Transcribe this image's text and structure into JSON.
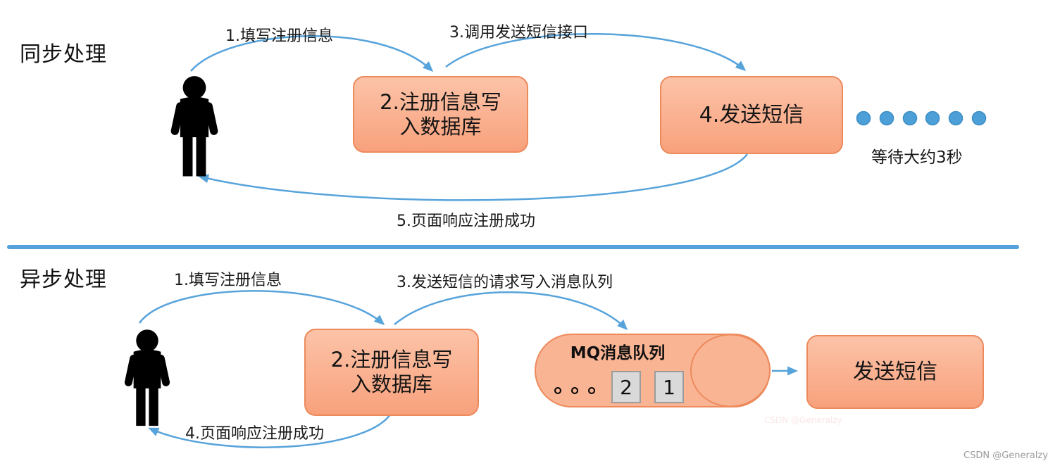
{
  "sync": {
    "title": "同步处理",
    "step1_label": "1.填写注册信息",
    "step2_line1": "2.注册信息写",
    "step2_line2": "入数据库",
    "step3_label": "3.调用发送短信接口",
    "step4_box": "4.发送短信",
    "step5_label": "5.页面响应注册成功",
    "wait_label": "等待大约3秒",
    "wait_dots_count": 6
  },
  "async": {
    "title": "异步处理",
    "step1_label": "1.填写注册信息",
    "step2_line1": "2.注册信息写",
    "step2_line2": "入数据库",
    "step3_label": "3.发送短信的请求写入消息队列",
    "step4_label": "4.页面响应注册成功",
    "mq": {
      "title": "MQ消息队列",
      "items": [
        "2",
        "1"
      ],
      "ellipsis_dots": 3
    },
    "sms_box": "发送短信"
  },
  "watermark": "CSDN @Generalzy",
  "colors": {
    "arrow_blue": "#57a3db",
    "wait_dot_fill": "#4c9fd7",
    "wait_dot_border": "#3d8ec5",
    "node_fill_top": "#fcc3a8",
    "node_fill_bottom": "#f8a17c",
    "node_border": "#ed8a5c",
    "divider_blue": "#55a1db",
    "queue_item_fill": "#d9d9d9",
    "queue_item_border": "#9c9c9c",
    "text": "#1a1a1a",
    "watermark_gray": "#9b9b9b"
  }
}
